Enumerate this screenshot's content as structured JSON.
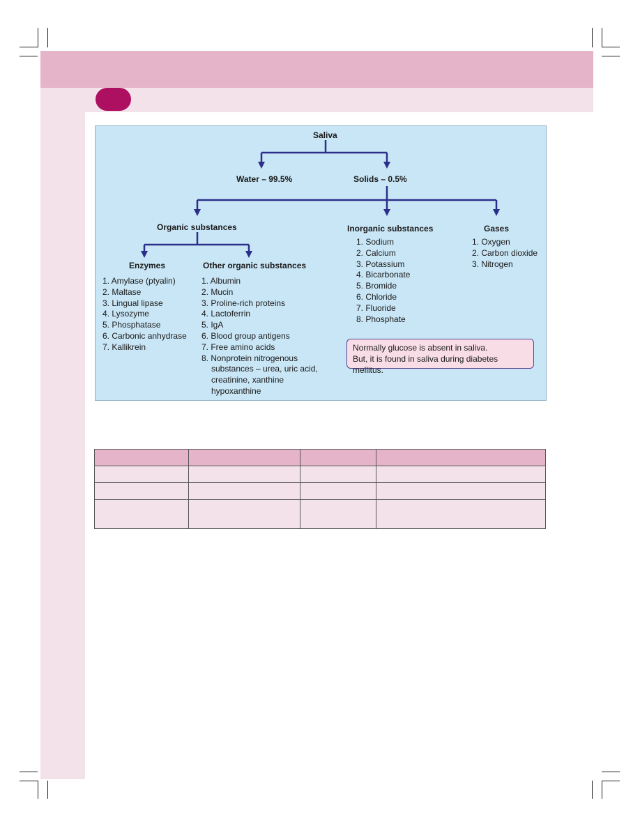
{
  "diagram": {
    "root": "Saliva",
    "water": "Water – 99.5%",
    "solids": "Solids – 0.5%",
    "organic": {
      "title": "Organic substances",
      "enzymes": {
        "title": "Enzymes",
        "items": [
          "1. Amylase (ptyalin)",
          "2. Maltase",
          "3. Lingual lipase",
          "4. Lysozyme",
          "5. Phosphatase",
          "6. Carbonic anhydrase",
          "7. Kallikrein"
        ]
      },
      "other": {
        "title": "Other organic substances",
        "items": [
          "1. Albumin",
          "2. Mucin",
          "3. Proline-rich proteins",
          "4. Lactoferrin",
          "5. IgA",
          "6. Blood group antigens",
          "7. Free amino acids",
          "8. Nonprotein nitrogenous"
        ],
        "item8_cont": [
          "substances – urea, uric acid,",
          "creatinine, xanthine",
          "hypoxanthine"
        ]
      }
    },
    "inorganic": {
      "title": "Inorganic substances",
      "items": [
        "1. Sodium",
        "2. Calcium",
        "3. Potassium",
        "4. Bicarbonate",
        "5. Bromide",
        "6. Chloride",
        "7. Fluoride",
        "8. Phosphate"
      ]
    },
    "gases": {
      "title": "Gases",
      "items": [
        "1. Oxygen",
        "2. Carbon dioxide",
        "3. Nitrogen"
      ]
    },
    "note": {
      "line1": "Normally glucose is absent in saliva.",
      "line2": "But, it is found in saliva during diabetes mellitus."
    }
  },
  "colors": {
    "header_band": "#e5b4c9",
    "light_band": "#f4e2ea",
    "pill": "#ad0f61",
    "diagram_bg": "#c9e6f6",
    "arrow": "#2b2f8a",
    "note_bg": "#f8dde7"
  }
}
